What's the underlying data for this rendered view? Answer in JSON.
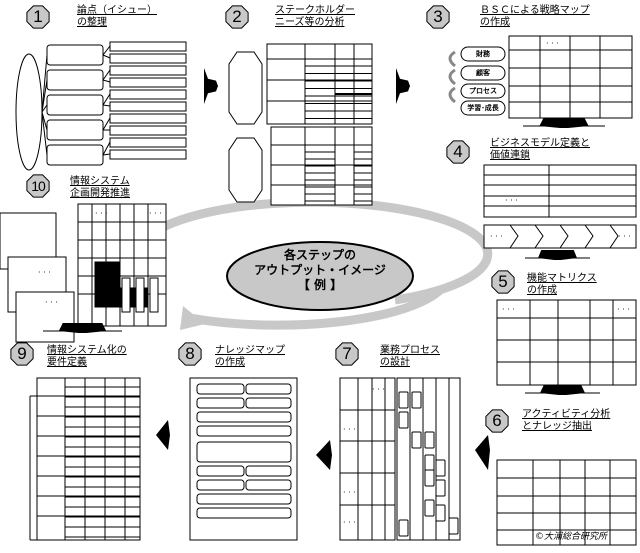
{
  "steps": [
    {
      "number": "1",
      "title_line1": "論点（イシュー）",
      "title_line2": "の整理"
    },
    {
      "number": "2",
      "title_line1": "ステークホルダー",
      "title_line2": "ニーズ等の分析"
    },
    {
      "number": "3",
      "title_line1": "ＢＳＣによる戦略マップ",
      "title_line2": "の作成"
    },
    {
      "number": "4",
      "title_line1": "ビジネスモデル定義と",
      "title_line2": "価値連鎖"
    },
    {
      "number": "5",
      "title_line1": "機能マトリクス",
      "title_line2": "の作成"
    },
    {
      "number": "6",
      "title_line1": "アクティビティ分析",
      "title_line2": "とナレッジ抽出"
    },
    {
      "number": "7",
      "title_line1": "業務プロセス",
      "title_line2": "の設計"
    },
    {
      "number": "8",
      "title_line1": "ナレッジマップ",
      "title_line2": "の作成"
    },
    {
      "number": "9",
      "title_line1": "情報システム化の",
      "title_line2": "要件定義"
    },
    {
      "number": "10",
      "title_line1": "情報システム",
      "title_line2": "企画開発推進"
    }
  ],
  "center": {
    "line1": "各ステップの",
    "line2": "アウトプット・イメージ",
    "line3": "【 例 】"
  },
  "bsc_perspectives": [
    "財務",
    "顧客",
    "プロセス",
    "学習･成長"
  ],
  "copyright": "©大浦総合研究所",
  "colors": {
    "badge_fill": "#c8c8c8",
    "ellipse_fill": "#c8c8c8",
    "loop_arrow": "#c8c8c8",
    "line": "#000000"
  }
}
